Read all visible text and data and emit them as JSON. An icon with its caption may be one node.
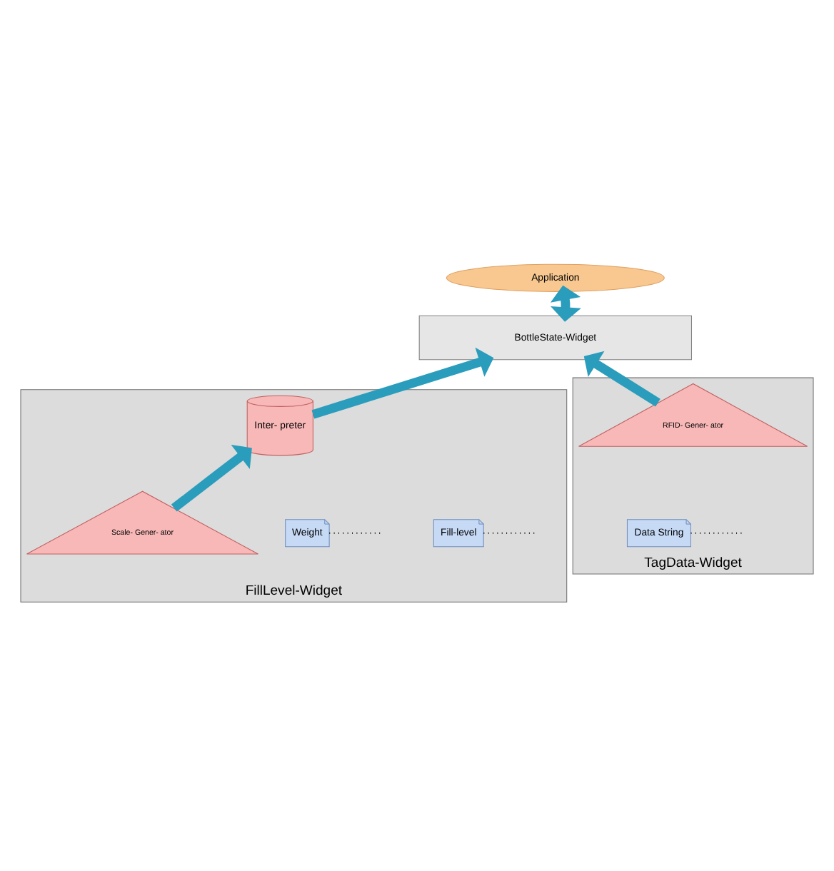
{
  "diagram": {
    "nodes": [
      {
        "text": [
          "Application"
        ]
      },
      {
        "text": [
          "BottleState-Widget"
        ]
      },
      {
        "text": [
          "FillLevel-Widget"
        ]
      },
      {
        "text": [
          "Fill-level"
        ],
        "in": 2
      },
      {
        "text": [
          "Inter- preter"
        ],
        "in": 2
      },
      {
        "text": [
          "Weight"
        ],
        "in": 2
      },
      {
        "text": [
          "Scale- Gener- ator"
        ],
        "in": 2
      },
      {
        "text": [
          "TagData-Widget"
        ]
      },
      {
        "text": [
          "Data String"
        ],
        "in": 7
      },
      {
        "text": [
          "RFID- Gener- ator"
        ],
        "in": 7
      }
    ],
    "edges": [
      {
        "from": 0,
        "to": 1,
        "arrow": "both"
      },
      {
        "from": 4,
        "to": 1,
        "arrow": "to"
      },
      {
        "from": 6,
        "to": 4,
        "arrow": "to"
      },
      {
        "from": 9,
        "to": 1,
        "arrow": "to"
      },
      {
        "from": 3,
        "to": null,
        "arrow": "none",
        "style": "dashed",
        "color": "#000000"
      },
      {
        "from": 5,
        "to": null,
        "arrow": "none",
        "style": "dashed",
        "color": "#000000"
      },
      {
        "from": 8,
        "to": null,
        "arrow": "none",
        "style": "dashed",
        "color": "#000000"
      }
    ]
  }
}
